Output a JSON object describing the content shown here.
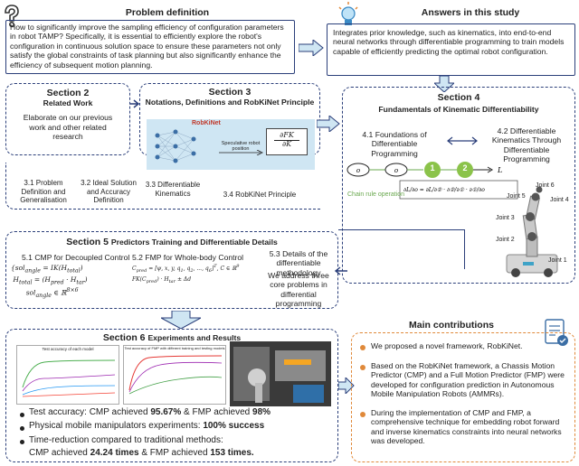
{
  "problem": {
    "title": "Problem definition",
    "text": "How to significantly improve the sampling efficiency of configuration parameters in robot TAMP? Specifically, it is essential to efficiently explore the robot's configuration in continuous solution space to ensure these parameters not only satisfy the global constraints of task planning but also significantly enhance the efficiency of subsequent motion planning."
  },
  "answers": {
    "title": "Answers in this study",
    "text": "Integrates prior knowledge, such as kinematics, into end-to-end neural networks through differentiable programming to train models capable of efficiently predicting the optimal robot configuration."
  },
  "section2": {
    "title": "Section 2",
    "subtitle": "Related Work",
    "text": "Elaborate on our previous work and other related research"
  },
  "section3": {
    "title": "Section 3",
    "subtitle": "Notations, Definitions and RobKiNet Principle",
    "figure_label": "RobKiNet",
    "figure_mid": "Speculative robot position",
    "items": [
      "3.1 Problem Definition and Generalisation",
      "3.2 Ideal Solution and Accuracy Definition",
      "3.3 Differentiable Kinematics",
      "3.4 RobKiNet Principle"
    ]
  },
  "section4": {
    "title": "Section 4",
    "subtitle": "Fundamentals of Kinematic Differentiability",
    "item1": "4.1 Foundations of Differentiable Programming",
    "item2": "4.2 Differentiable Kinematics Through Differentiable Programming",
    "chain_label": "Chain rule operation",
    "node1": "1",
    "node2": "2",
    "joints": [
      "Joint 6",
      "Joint 5",
      "Joint 4",
      "Joint 3",
      "Joint 2",
      "Joint 1"
    ]
  },
  "section5": {
    "title": "Section 5",
    "subtitle": "Predictors Training and Differentiable Details",
    "col1_title": "5.1 CMP for Decoupled Control",
    "col2_title": "5.2 FMP for Whole-body Control",
    "col3_title": "5.3 Details of the differentiable methodology",
    "col3_text": "We address three core problems in differential programming"
  },
  "section6": {
    "title": "Section 6",
    "subtitle": "Experiments and Results",
    "chart1_title": "Test accuracy of each model",
    "chart2_title": "Test accuracy of FMP with different training and testing models",
    "results": [
      {
        "prefix": "Test accuracy: ",
        "plain1": "CMP achieved ",
        "bold1": "95.67%",
        "plain2": " & FMP achieved ",
        "bold2": "98%"
      },
      {
        "prefix": "Physical mobile manipulators experiments: ",
        "bold1": "100% success"
      },
      {
        "line1": "Time-reduction compared to traditional methods:",
        "plain1": "CMP achieved ",
        "bold1": "24.24 times",
        "plain2": " & FMP achieved ",
        "bold2": "153 times."
      }
    ]
  },
  "contributions": {
    "title": "Main contributions",
    "items": [
      "We proposed a novel framework, RobKiNet.",
      "Based on the RobKiNet framework, a Chassis Motion Predictor (CMP) and a Full Motion Predictor (FMP) were developed for configuration prediction in Autonomous Mobile Manipulation Robots (AMMRs).",
      "During the implementation of CMP and FMP, a comprehensive technique for embedding robot forward and inverse kinematics constraints into neural networks was developed."
    ]
  },
  "colors": {
    "navy": "#2b3f7a",
    "orange": "#e0893a",
    "green": "#8bc34a",
    "light_blue": "#cfe6f3"
  }
}
